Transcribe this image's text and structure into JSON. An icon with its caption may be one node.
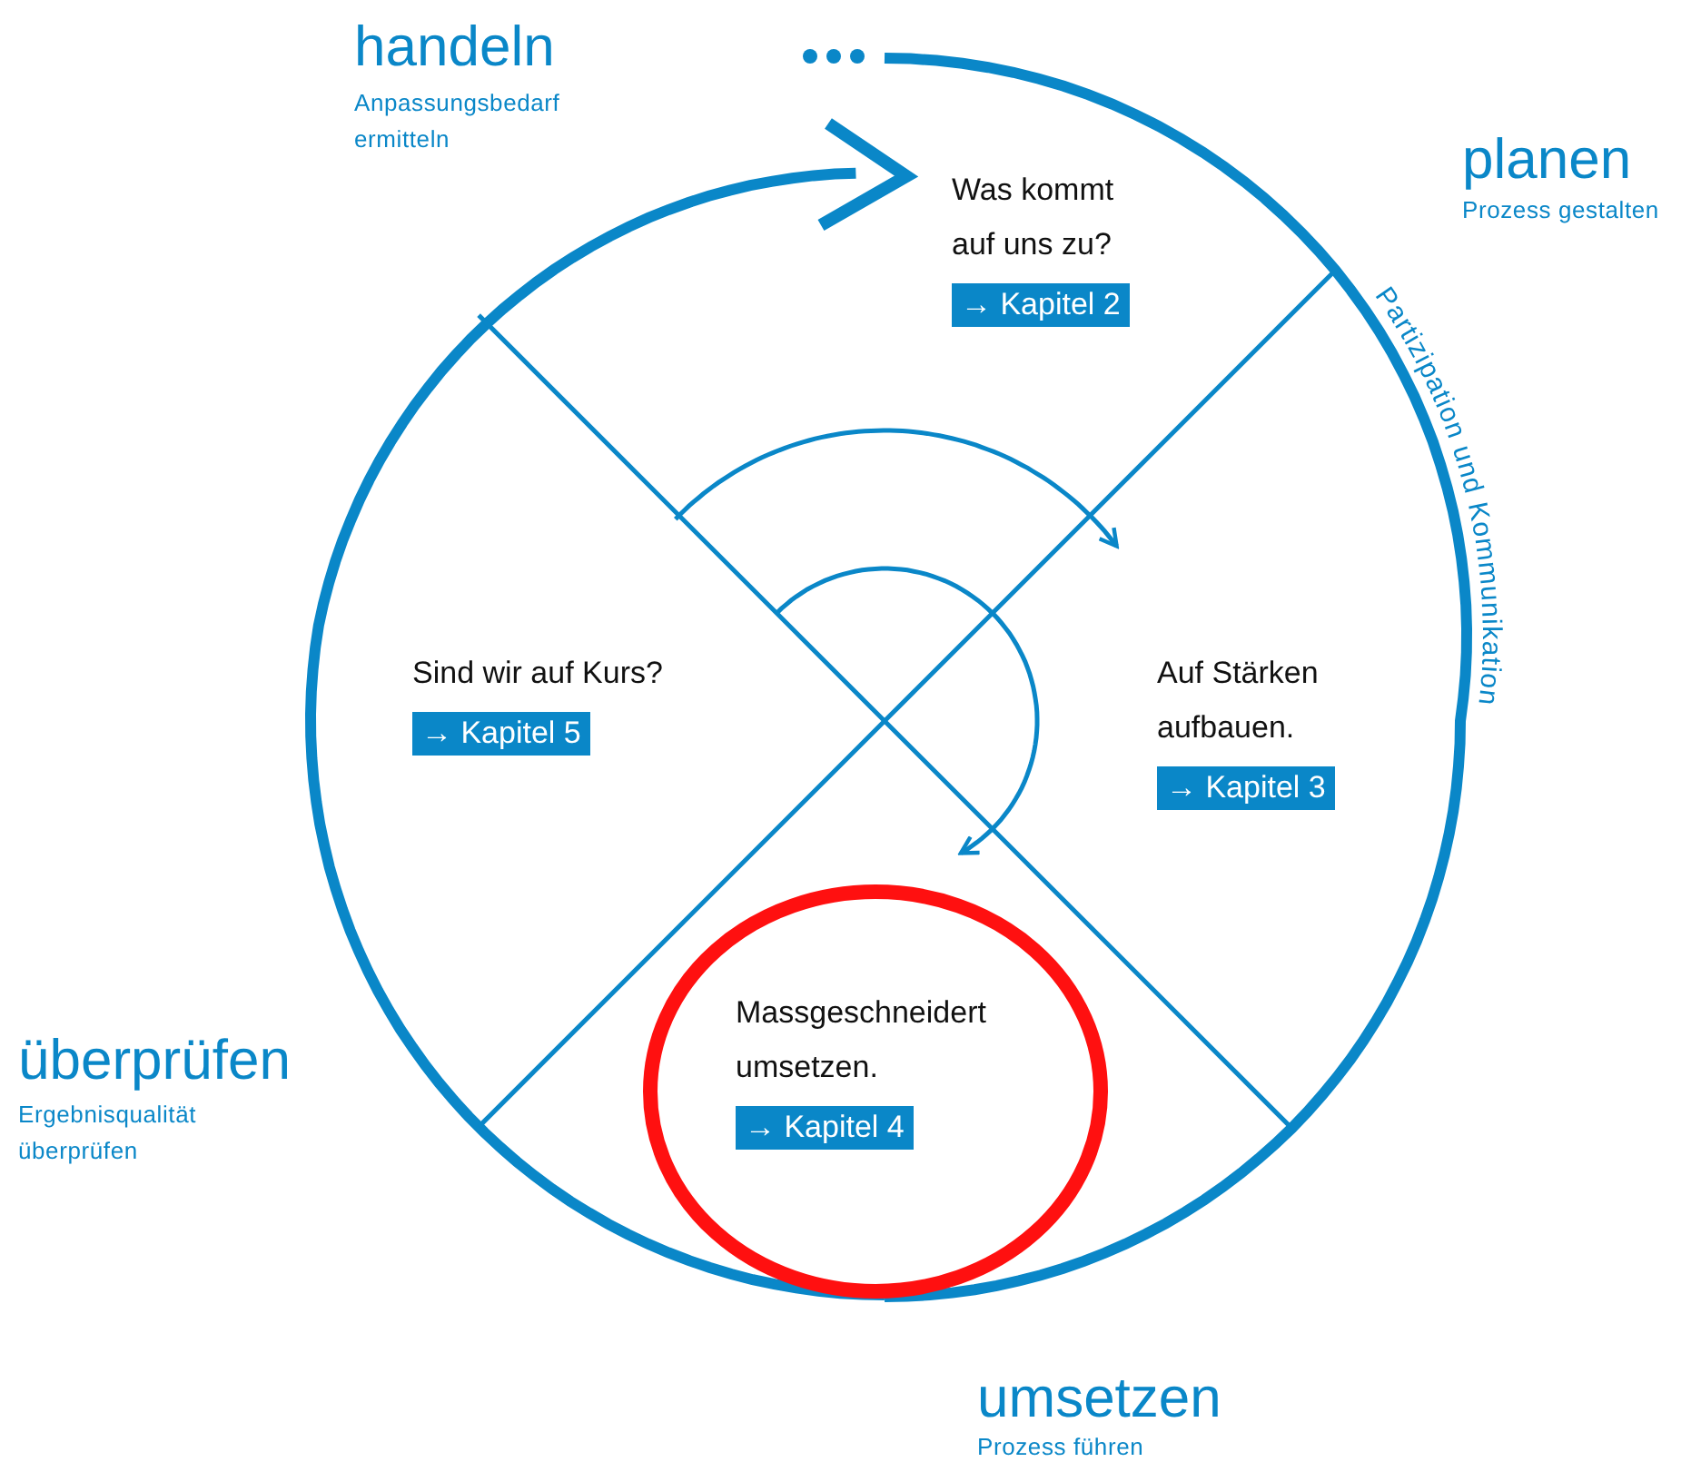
{
  "diagram": {
    "nodes": [
      {
        "text": [
          "Was kommt auf uns zu?",
          "→ Kapitel 2"
        ]
      },
      {
        "text": [
          "Sind wir auf Kurs?",
          "→ Kapitel 5"
        ]
      },
      {
        "text": [
          "Auf Stärken aufbauen.",
          "→ Kapitel 3"
        ]
      },
      {
        "text": [
          "Massgeschneidert umsetzen.",
          "→ Kapitel 4"
        ]
      }
    ],
    "edges": [],
    "labels": [
      "handeln",
      "Anpassungsbedarf ermitteln",
      "planen",
      "Prozess gestalten",
      "Partizipation und Kommunikation",
      "überprüfen",
      "Ergebnisqualität überprüfen",
      "umsetzen",
      "Prozess führen"
    ]
  }
}
